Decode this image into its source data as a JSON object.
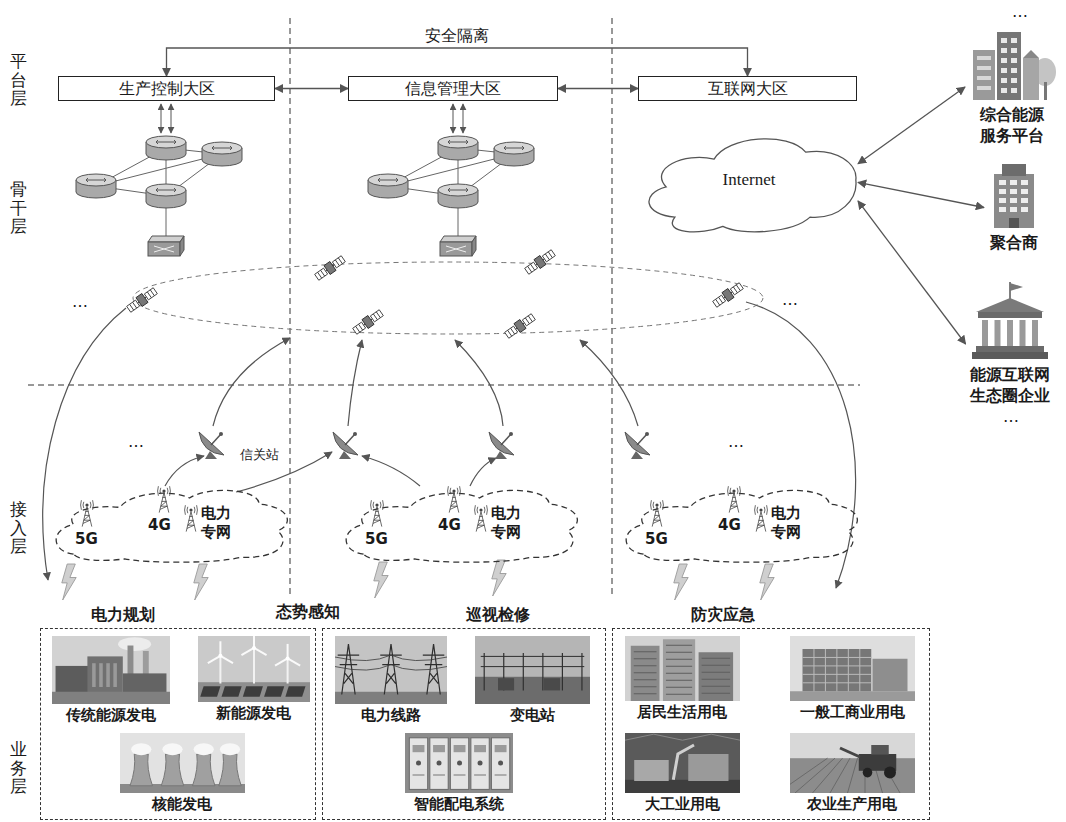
{
  "diagram": {
    "nodes": [
      {
        "text": [
          "生产控制大区"
        ]
      },
      {
        "text": [
          "信息管理大区"
        ]
      },
      {
        "text": [
          "互联网大区"
        ]
      },
      {
        "text": [
          "Internet"
        ]
      },
      {
        "text": [
          "综合能源服务平台"
        ]
      },
      {
        "text": [
          "聚合商"
        ]
      },
      {
        "text": [
          "能源互联网生态圈企业"
        ]
      },
      {
        "text": [
          "5G",
          "4G",
          "电力专网"
        ]
      },
      {
        "text": [
          "5G",
          "4G",
          "电力专网"
        ]
      },
      {
        "text": [
          "5G",
          "4G",
          "电力专网"
        ]
      },
      {
        "text": [
          "电力规划"
        ]
      },
      {
        "text": [
          "传统能源发电"
        ],
        "in": 10
      },
      {
        "text": [
          "新能源发电"
        ],
        "in": 10
      },
      {
        "text": [
          "核能发电"
        ],
        "in": 10
      },
      {
        "text": [
          "巡视检修"
        ]
      },
      {
        "text": [
          "电力线路"
        ],
        "in": 14
      },
      {
        "text": [
          "变电站"
        ],
        "in": 14
      },
      {
        "text": [
          "智能配电系统"
        ],
        "in": 14
      },
      {
        "text": [
          "防灾应急"
        ]
      },
      {
        "text": [
          "居民生活用电"
        ],
        "in": 18
      },
      {
        "text": [
          "一般工商业用电"
        ],
        "in": 18
      },
      {
        "text": [
          "大工业用电"
        ],
        "in": 18
      },
      {
        "text": [
          "农业生产用电"
        ],
        "in": 18
      }
    ],
    "edges": [
      {
        "from": 0,
        "to": 1,
        "arrow": "both"
      },
      {
        "from": 1,
        "to": 2,
        "arrow": "both"
      },
      {
        "from": 0,
        "to": 2,
        "label": "安全隔离",
        "arrow": "both"
      },
      {
        "from": 3,
        "to": 4,
        "arrow": "both"
      },
      {
        "from": 3,
        "to": 5,
        "arrow": "both"
      },
      {
        "from": 3,
        "to": 6,
        "arrow": "both"
      }
    ],
    "labels": [
      "…",
      "平台层",
      "骨干层",
      "…",
      "…",
      "…",
      "…",
      "…",
      "信关站",
      "接入层",
      "态势感知",
      "业务层"
    ]
  }
}
